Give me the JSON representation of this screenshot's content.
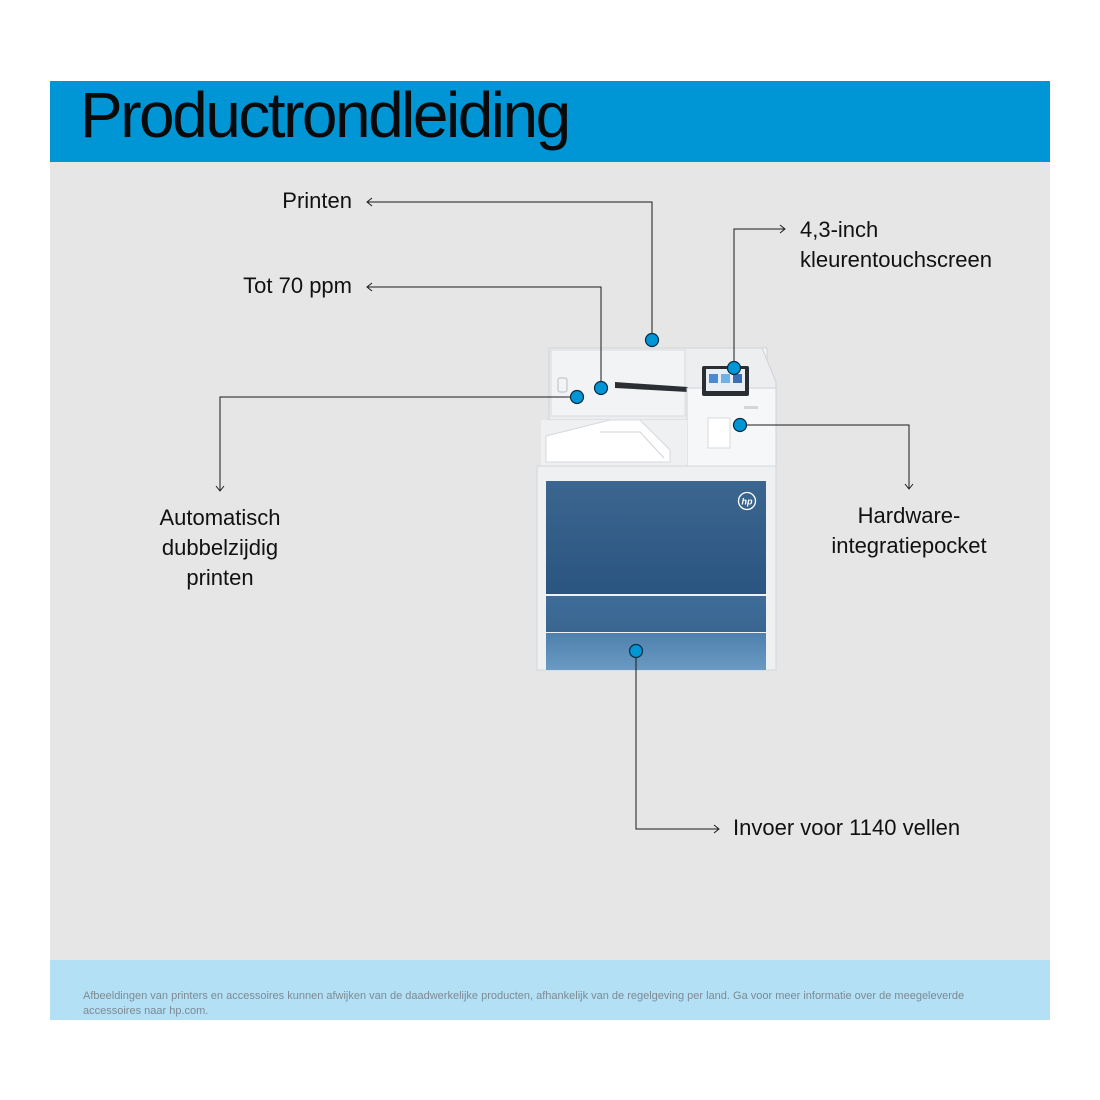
{
  "header": {
    "title": "Productrondleiding"
  },
  "callouts": {
    "printen": "Printen",
    "speed": "Tot 70 ppm",
    "duplex_line1": "Automatisch",
    "duplex_line2": "dubbelzijdig",
    "duplex_line3": "printen",
    "screen_line1": "4,3-inch",
    "screen_line2": "kleurentouchscreen",
    "pocket_line1": "Hardware-",
    "pocket_line2": "integratiepocket",
    "input": "Invoer voor 1140 vellen"
  },
  "printer": {
    "brand_logo": "hp"
  },
  "footer": {
    "disclaimer": "Afbeeldingen van printers en accessoires kunnen afwijken van de daadwerkelijke producten, afhankelijk van de regelgeving per land. Ga voor meer informatie over de meegeleverde accessoires naar hp.com."
  },
  "colors": {
    "header_bg": "#0096d6",
    "panel_bg": "#e6e6e6",
    "footer_bg": "#b3e0f5",
    "marker": "#0096d6",
    "printer_blue": "#2f5f8c"
  }
}
